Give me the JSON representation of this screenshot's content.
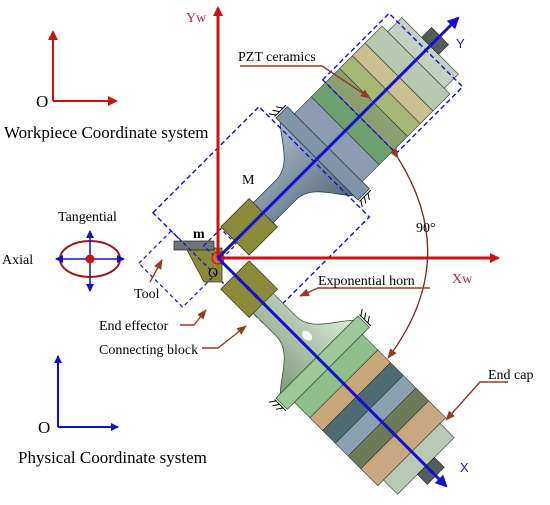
{
  "labels": {
    "workpiece_cs": "Workpiece Coordinate system",
    "physical_cs": "Physical Coordinate system",
    "pzt": "PZT ceramics",
    "exp_horn": "Exponential horn",
    "end_cap": "End cap",
    "tool": "Tool",
    "end_effector": "End effector",
    "connecting_block": "Connecting block",
    "tangential": "Tangential",
    "axial": "Axial",
    "angle": "90°",
    "mass_M": "M",
    "mass_m": "m",
    "origin_center": "O",
    "origin_workpiece": "O",
    "origin_physical": "O",
    "axis_xw": "Xw",
    "axis_yw": "Yw",
    "axis_x": "X",
    "axis_y": "Y"
  },
  "colors": {
    "workpiece_axes": "#cc1111",
    "physical_axes": "#1010d0",
    "leader": "#9a3a22",
    "dashed_box": "#1010d0",
    "horn_body": "#9cc89a",
    "olive_block": "#8a8a3a"
  }
}
